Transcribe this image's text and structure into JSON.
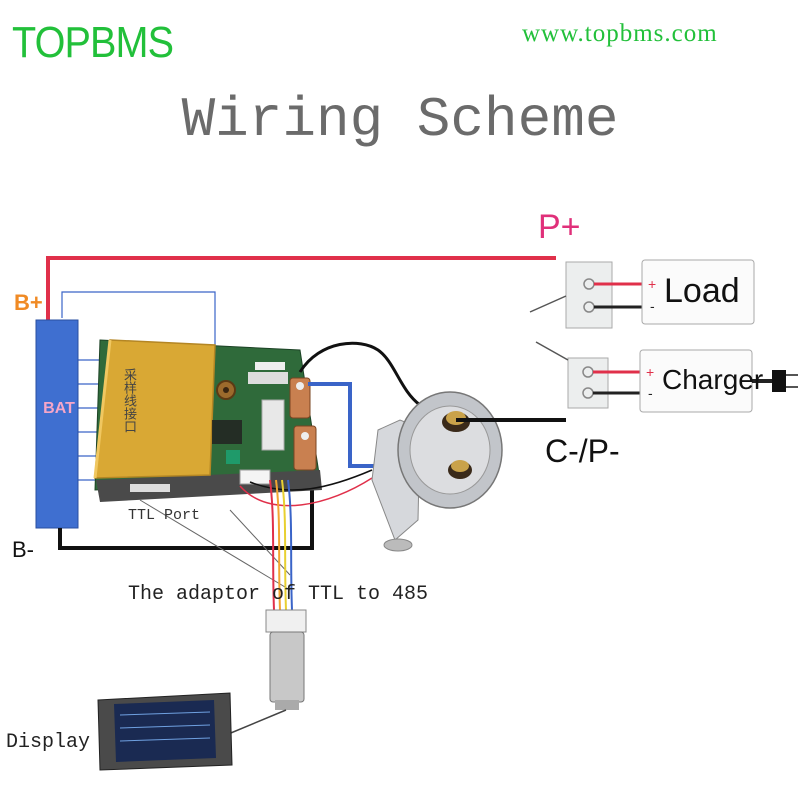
{
  "header": {
    "brand": "TOPBMS",
    "url": "www.topbms.com",
    "title": "Wiring Scheme"
  },
  "labels": {
    "p_plus": "P+",
    "b_plus": "B+",
    "b_minus": "B-",
    "c_p_minus": "C-/P-",
    "bat": "BAT",
    "ttl_port": "TTL Port",
    "adaptor": "The adaptor of TTL to 485",
    "display": "Display",
    "load": "Load",
    "charger": "Charger",
    "board_chinese": "采样线接口",
    "terminal_plus": "+",
    "terminal_minus": "-"
  },
  "colors": {
    "brand_green": "#22c03a",
    "positive_wire": "#e0304a",
    "negative_wire": "#111111",
    "signal_wire": "#3a64c8",
    "battery_blue": "#3f6fd0",
    "bms_gold": "#d9a834",
    "pcb_green": "#2f6a3a"
  },
  "icons": {
    "plug": "power-plug-icon",
    "relay": "contactor-relay-icon",
    "display": "lcd-display-icon"
  }
}
